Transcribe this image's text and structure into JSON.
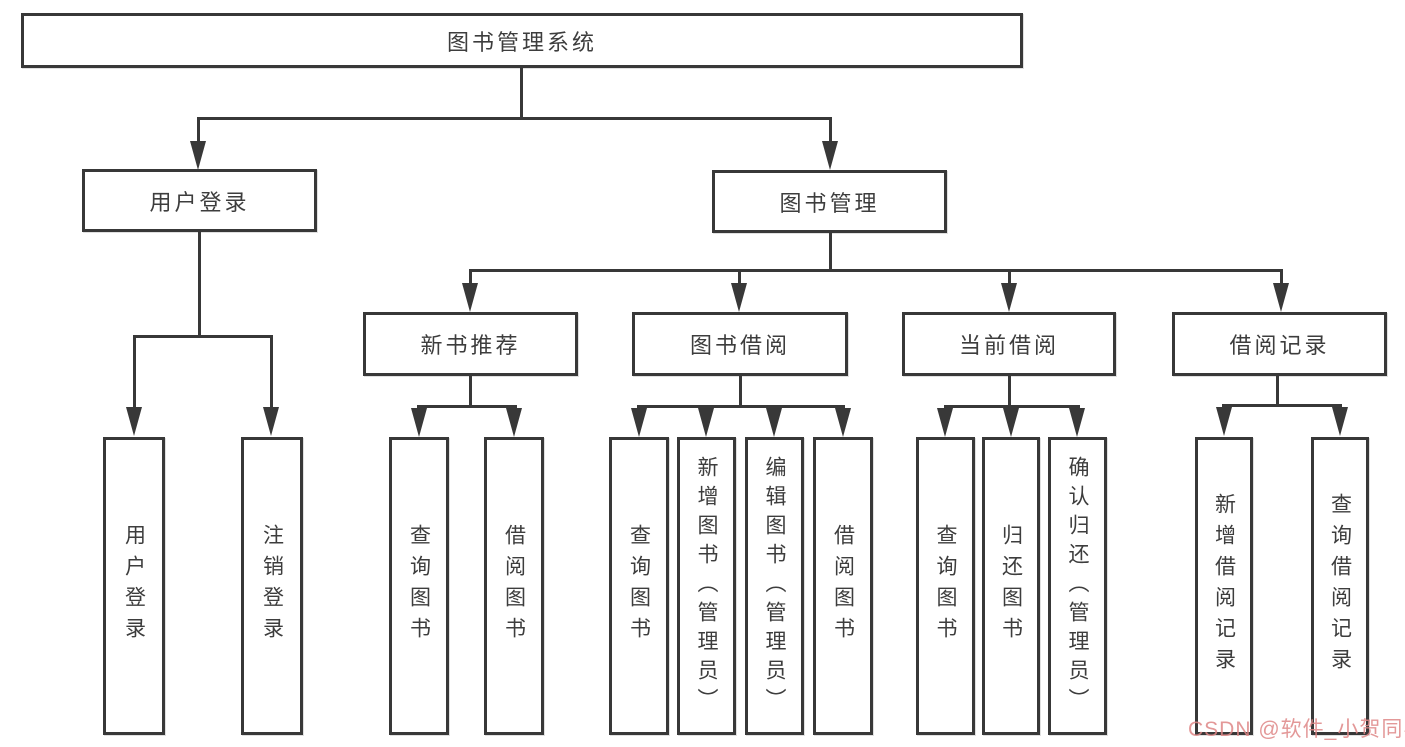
{
  "diagram": {
    "title": "图书管理系统",
    "nodes": {
      "root": {
        "label": "图书管理系统"
      },
      "user_login": {
        "label": "用户登录"
      },
      "book_management": {
        "label": "图书管理"
      },
      "new_book_recommend": {
        "label": "新书推荐"
      },
      "book_borrow": {
        "label": "图书借阅"
      },
      "current_borrow": {
        "label": "当前借阅"
      },
      "borrow_record": {
        "label": "借阅记录"
      },
      "leaf_user_login": {
        "label": "用户登录"
      },
      "leaf_logout": {
        "label": "注销登录"
      },
      "leaf_recommend_query_books": {
        "label": "查询图书"
      },
      "leaf_recommend_borrow_books": {
        "label": "借阅图书"
      },
      "leaf_borrow_query_books": {
        "label": "查询图书"
      },
      "leaf_borrow_add_books_admin": {
        "label": "新增图书（管理员）"
      },
      "leaf_borrow_edit_books_admin": {
        "label": "编辑图书（管理员）"
      },
      "leaf_borrow_borrow_books": {
        "label": "借阅图书"
      },
      "leaf_current_query_books": {
        "label": "查询图书"
      },
      "leaf_current_return_books": {
        "label": "归还图书"
      },
      "leaf_current_confirm_return_admin": {
        "label": "确认归还（管理员）"
      },
      "leaf_record_add": {
        "label": "新增借阅记录"
      },
      "leaf_record_query": {
        "label": "查询借阅记录"
      }
    },
    "style": {
      "line_color": "#383838",
      "border_color": "#383838",
      "text_color": "#3d3d3d",
      "background": "#ffffff"
    }
  },
  "watermark": {
    "text": "CSDN @软件_小贺同学",
    "color": "#DE8686"
  }
}
